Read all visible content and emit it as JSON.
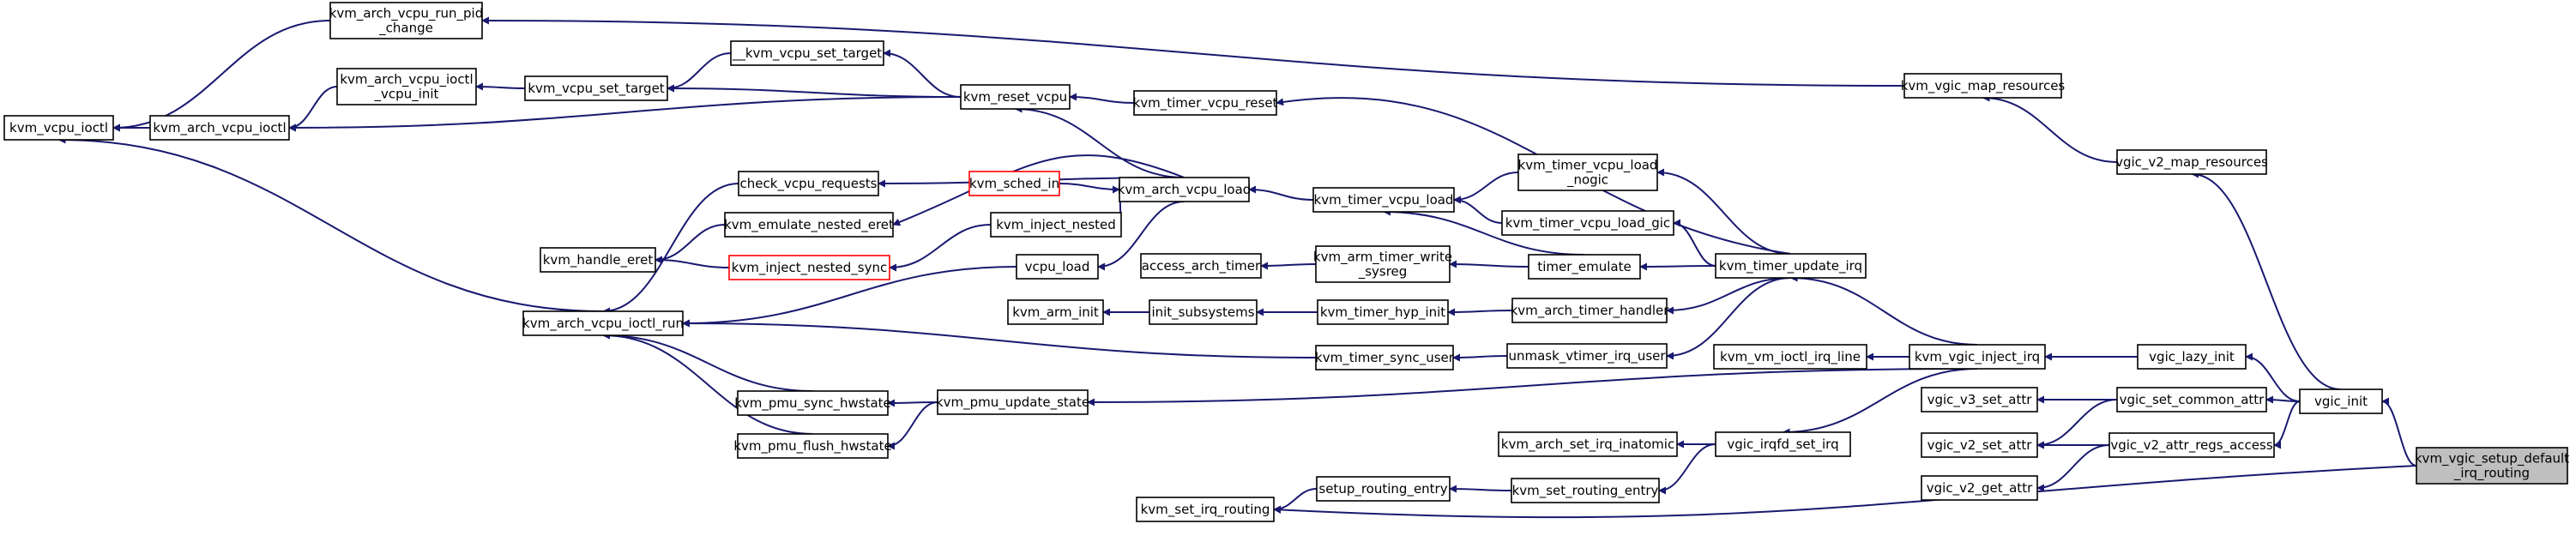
{
  "diagram": {
    "colors": {
      "edge": "#191970",
      "node_border": "#000000",
      "highlight_border": "#ff0000",
      "root_fill": "#bfbfbf",
      "background": "#ffffff"
    },
    "nodes": {
      "root": {
        "lines": [
          "kvm_vgic_setup_default",
          "_irq_routing"
        ]
      },
      "vgic_init": {
        "lines": [
          "vgic_init"
        ]
      },
      "vgic_v2_map_resources": {
        "lines": [
          "vgic_v2_map_resources"
        ]
      },
      "kvm_vgic_map_resources": {
        "lines": [
          "kvm_vgic_map_resources"
        ]
      },
      "kvm_arch_vcpu_run_pid_change": {
        "lines": [
          "kvm_arch_vcpu_run_pid",
          "_change"
        ]
      },
      "kvm_vcpu_ioctl": {
        "lines": [
          "kvm_vcpu_ioctl"
        ]
      },
      "kvm_arch_vcpu_ioctl": {
        "lines": [
          "kvm_arch_vcpu_ioctl"
        ]
      },
      "kvm_arch_vcpu_ioctl_vcpu_init": {
        "lines": [
          "kvm_arch_vcpu_ioctl",
          "_vcpu_init"
        ]
      },
      "kvm_vcpu_set_target": {
        "lines": [
          "kvm_vcpu_set_target"
        ]
      },
      "__kvm_vcpu_set_target": {
        "lines": [
          "__kvm_vcpu_set_target"
        ]
      },
      "kvm_reset_vcpu": {
        "lines": [
          "kvm_reset_vcpu"
        ]
      },
      "kvm_timer_vcpu_reset": {
        "lines": [
          "kvm_timer_vcpu_reset"
        ]
      },
      "check_vcpu_requests": {
        "lines": [
          "check_vcpu_requests"
        ]
      },
      "kvm_sched_in": {
        "lines": [
          "kvm_sched_in"
        ]
      },
      "kvm_arch_vcpu_load": {
        "lines": [
          "kvm_arch_vcpu_load"
        ]
      },
      "kvm_timer_vcpu_load": {
        "lines": [
          "kvm_timer_vcpu_load"
        ]
      },
      "kvm_timer_vcpu_load_nogic": {
        "lines": [
          "kvm_timer_vcpu_load",
          "_nogic"
        ]
      },
      "kvm_timer_vcpu_load_gic": {
        "lines": [
          "kvm_timer_vcpu_load_gic"
        ]
      },
      "kvm_emulate_nested_eret": {
        "lines": [
          "kvm_emulate_nested_eret"
        ]
      },
      "kvm_inject_nested": {
        "lines": [
          "kvm_inject_nested"
        ]
      },
      "kvm_handle_eret": {
        "lines": [
          "kvm_handle_eret"
        ]
      },
      "kvm_inject_nested_sync": {
        "lines": [
          "kvm_inject_nested_sync"
        ]
      },
      "vcpu_load": {
        "lines": [
          "vcpu_load"
        ]
      },
      "access_arch_timer": {
        "lines": [
          "access_arch_timer"
        ]
      },
      "kvm_arm_timer_write_sysreg": {
        "lines": [
          "kvm_arm_timer_write",
          "_sysreg"
        ]
      },
      "timer_emulate": {
        "lines": [
          "timer_emulate"
        ]
      },
      "kvm_timer_update_irq": {
        "lines": [
          "kvm_timer_update_irq"
        ]
      },
      "kvm_arm_init": {
        "lines": [
          "kvm_arm_init"
        ]
      },
      "init_subsystems": {
        "lines": [
          "init_subsystems"
        ]
      },
      "kvm_timer_hyp_init": {
        "lines": [
          "kvm_timer_hyp_init"
        ]
      },
      "kvm_arch_timer_handler": {
        "lines": [
          "kvm_arch_timer_handler"
        ]
      },
      "kvm_arch_vcpu_ioctl_run": {
        "lines": [
          "kvm_arch_vcpu_ioctl_run"
        ]
      },
      "kvm_timer_sync_user": {
        "lines": [
          "kvm_timer_sync_user"
        ]
      },
      "unmask_vtimer_irq_user": {
        "lines": [
          "unmask_vtimer_irq_user"
        ]
      },
      "kvm_vm_ioctl_irq_line": {
        "lines": [
          "kvm_vm_ioctl_irq_line"
        ]
      },
      "kvm_vgic_inject_irq": {
        "lines": [
          "kvm_vgic_inject_irq"
        ]
      },
      "vgic_lazy_init": {
        "lines": [
          "vgic_lazy_init"
        ]
      },
      "kvm_pmu_sync_hwstate": {
        "lines": [
          "kvm_pmu_sync_hwstate"
        ]
      },
      "kvm_pmu_update_state": {
        "lines": [
          "kvm_pmu_update_state"
        ]
      },
      "kvm_pmu_flush_hwstate": {
        "lines": [
          "kvm_pmu_flush_hwstate"
        ]
      },
      "vgic_v3_set_attr": {
        "lines": [
          "vgic_v3_set_attr"
        ]
      },
      "vgic_set_common_attr": {
        "lines": [
          "vgic_set_common_attr"
        ]
      },
      "kvm_arch_set_irq_inatomic": {
        "lines": [
          "kvm_arch_set_irq_inatomic"
        ]
      },
      "vgic_irqfd_set_irq": {
        "lines": [
          "vgic_irqfd_set_irq"
        ]
      },
      "vgic_v2_set_attr": {
        "lines": [
          "vgic_v2_set_attr"
        ]
      },
      "vgic_v2_attr_regs_access": {
        "lines": [
          "vgic_v2_attr_regs_access"
        ]
      },
      "vgic_v2_get_attr": {
        "lines": [
          "vgic_v2_get_attr"
        ]
      },
      "setup_routing_entry": {
        "lines": [
          "setup_routing_entry"
        ]
      },
      "kvm_set_routing_entry": {
        "lines": [
          "kvm_set_routing_entry"
        ]
      },
      "kvm_set_irq_routing": {
        "lines": [
          "kvm_set_irq_routing"
        ]
      }
    }
  }
}
